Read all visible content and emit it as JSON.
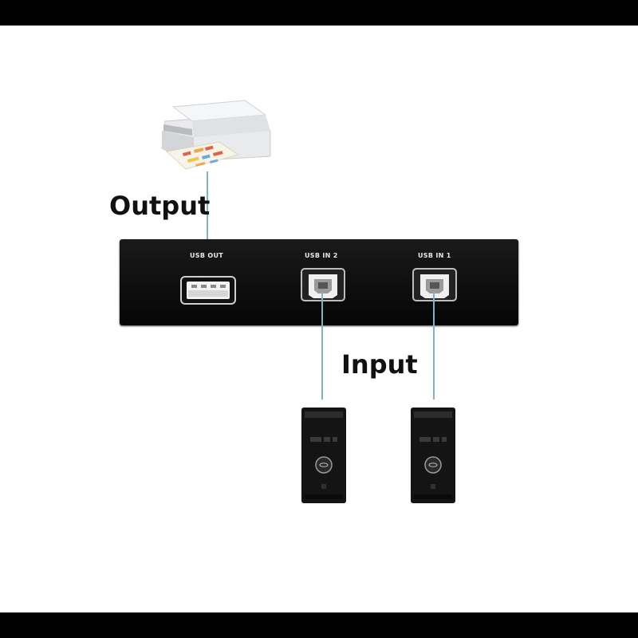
{
  "labels": {
    "output": "Output",
    "input": "Input"
  },
  "ports": {
    "usb_out": "USB OUT",
    "usb_in_2": "USB IN 2",
    "usb_in_1": "USB IN 1"
  },
  "colors": {
    "wire": "#7fb3c6",
    "panel": "#0a0a0a",
    "frame_bars": "#000000"
  },
  "icons": [
    "printer-icon",
    "pc-tower-icon",
    "pc-tower-icon",
    "usb-a-port-icon",
    "usb-b-port-icon",
    "usb-b-port-icon"
  ]
}
